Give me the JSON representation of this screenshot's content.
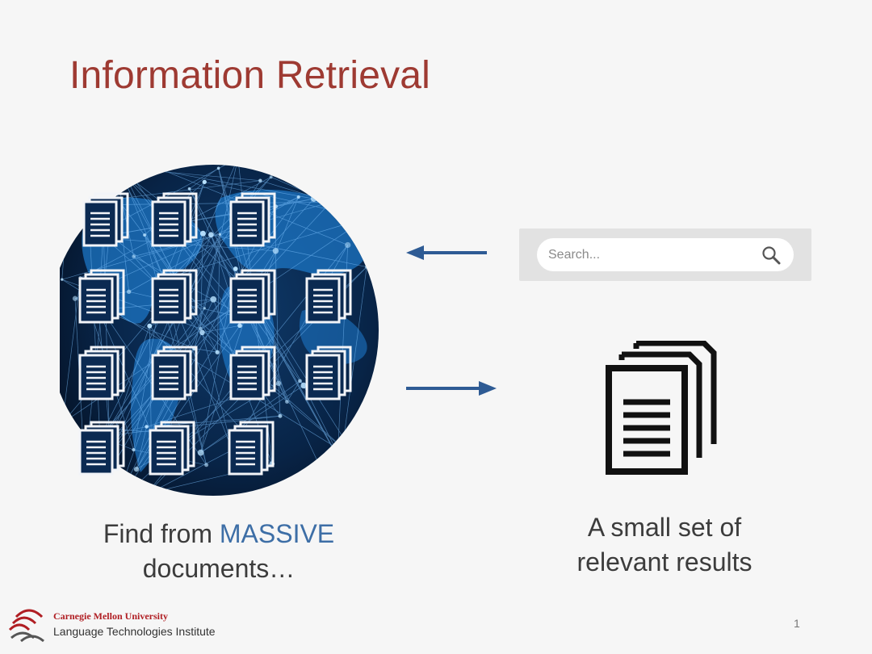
{
  "slide": {
    "title": "Information Retrieval",
    "search": {
      "placeholder": "Search..."
    },
    "caption_left": {
      "prefix": "Find from ",
      "highlight": "MASSIVE",
      "suffix": "documents…"
    },
    "caption_right": {
      "line1": "A small set of",
      "line2": "relevant results"
    },
    "footer": {
      "university": "Carnegie Mellon University",
      "institute": "Language Technologies Institute"
    },
    "page_number": "1"
  },
  "colors": {
    "title": "#9e3a32",
    "highlight": "#3d6ea6",
    "arrow": "#2e5b94",
    "globe_dark": "#061325",
    "globe_blue": "#1c75c4",
    "cmu_red": "#b01e23"
  },
  "icons": {
    "globe": "network-globe-image",
    "document_stack": "document-stack-icon",
    "search": "magnifier-icon",
    "arrow_left": "arrow-left-icon",
    "arrow_right": "arrow-right-icon",
    "logo": "cmu-lti-logo"
  }
}
